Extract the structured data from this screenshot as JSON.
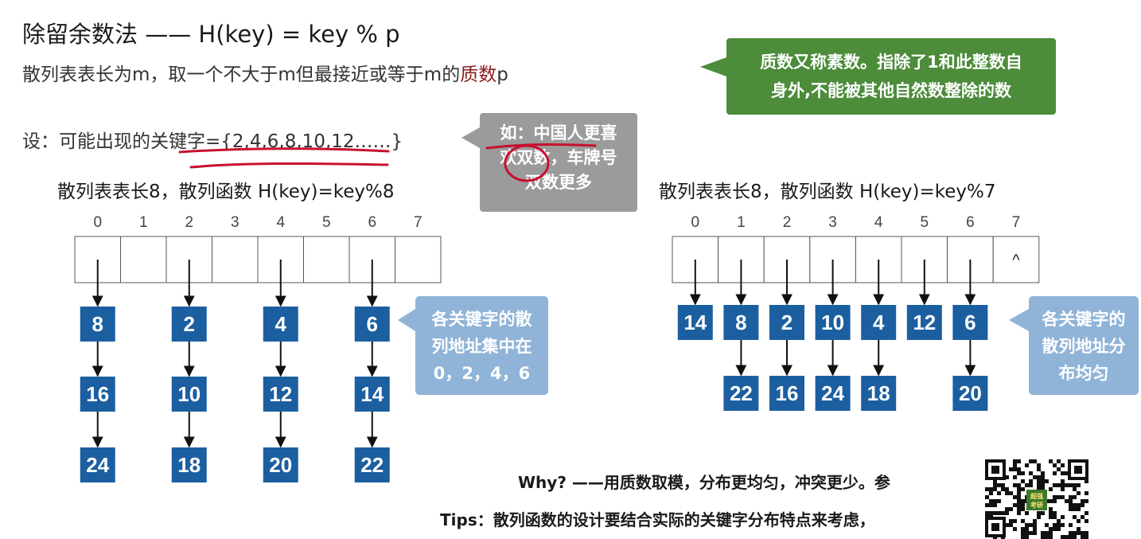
{
  "title": "除留余数法 —— H(key) = key % p",
  "line2_prefix": "散列表表长为m，取一个不大于m但最接近或等于m的",
  "line2_highlight": "质数",
  "line2_suffix": "p",
  "set_line": "设：可能出现的关键字={2,4,6,8,10,12……}",
  "green_callout": [
    "质数又称素数。指除了1和此整数自",
    "身外,不能被其他自然数整除的数"
  ],
  "gray_callout": [
    "如：中国人更喜",
    "欢双数，车牌号",
    "双数更多"
  ],
  "left_table": {
    "caption": "散列表表长8，散列函数 H(key)=key%8",
    "indices": [
      "0",
      "1",
      "2",
      "3",
      "4",
      "5",
      "6",
      "7"
    ],
    "cells": [
      "",
      "",
      "",
      "",
      "",
      "",
      "",
      ""
    ],
    "chains": [
      {
        "slot": 0,
        "keys": [
          "8",
          "16",
          "24"
        ]
      },
      {
        "slot": 2,
        "keys": [
          "2",
          "10",
          "18"
        ]
      },
      {
        "slot": 4,
        "keys": [
          "4",
          "12",
          "20"
        ]
      },
      {
        "slot": 6,
        "keys": [
          "6",
          "14",
          "22"
        ]
      }
    ],
    "note": [
      "各关键字的散",
      "列地址集中在",
      "0，2，4，6"
    ]
  },
  "right_table": {
    "caption": "散列表表长8，散列函数 H(key)=key%7",
    "indices": [
      "0",
      "1",
      "2",
      "3",
      "4",
      "5",
      "6",
      "7"
    ],
    "cells": [
      "",
      "",
      "",
      "",
      "",
      "",
      "",
      "^"
    ],
    "chains": [
      {
        "slot": 0,
        "keys": [
          "14"
        ]
      },
      {
        "slot": 1,
        "keys": [
          "8",
          "22"
        ]
      },
      {
        "slot": 2,
        "keys": [
          "2",
          "16"
        ]
      },
      {
        "slot": 3,
        "keys": [
          "10",
          "24"
        ]
      },
      {
        "slot": 4,
        "keys": [
          "4",
          "18"
        ]
      },
      {
        "slot": 5,
        "keys": [
          "12"
        ]
      },
      {
        "slot": 6,
        "keys": [
          "6",
          "20"
        ]
      }
    ],
    "note": [
      "各关键字的",
      "散列地址分",
      "布均匀"
    ]
  },
  "why": "Why? ——用质数取模，分布更均匀，冲突更少。参",
  "tips": "Tips：散列函数的设计要结合实际的关键字分布特点来考虑，",
  "qr_label": [
    "超强",
    "考研"
  ],
  "colors": {
    "node": "#1c5fa0",
    "green": "#4c8c3a",
    "gray": "#9b9b9b",
    "blue_note": "#90b4d8",
    "highlight": "#8a1c1c",
    "annotation": "#c8102e"
  }
}
